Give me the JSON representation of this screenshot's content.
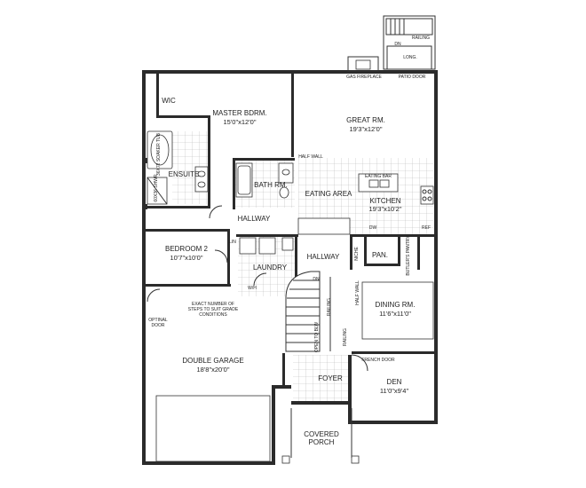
{
  "rooms": {
    "master": {
      "name": "MASTER BDRM.",
      "dim": "15'0\"x12'0\""
    },
    "great": {
      "name": "GREAT RM.",
      "dim": "19'3\"x12'0\""
    },
    "wic": {
      "name": "WIC"
    },
    "ensuite": {
      "name": "ENSUITE"
    },
    "bath": {
      "name": "BATH RM."
    },
    "eating": {
      "name": "EATING AREA"
    },
    "kitchen": {
      "name": "KITCHEN",
      "dim": "19'3\"x10'2\""
    },
    "hallway_upper": {
      "name": "HALLWAY"
    },
    "hallway_mid": {
      "name": "HALLWAY"
    },
    "bedroom2": {
      "name": "BEDROOM 2",
      "dim": "10'7\"x10'0\""
    },
    "laundry": {
      "name": "LAUNDRY"
    },
    "pantry": {
      "name": "PAN."
    },
    "dining": {
      "name": "DINING RM.",
      "dim": "11'6\"x11'0\""
    },
    "garage": {
      "name": "DOUBLE GARAGE",
      "dim": "18'8\"x20'0\""
    },
    "foyer": {
      "name": "FOYER"
    },
    "den": {
      "name": "DEN",
      "dim": "11'0\"x9'4\""
    },
    "porch": {
      "name": "COVERED",
      "name2": "PORCH"
    }
  },
  "labels": {
    "railing_top": "RAILING",
    "dn_top": "DN",
    "long": "LONG.",
    "gas_fireplace": "GAS FIREPLACE",
    "patio_door": "PATIO DOOR",
    "tub": "36X72 SOAKER TUB",
    "shower": "60X36 SHWR",
    "half_wall_top": "HALF WALL",
    "eating_bar": "EATING BAR",
    "lin": "LIN",
    "niche": "NICHE",
    "butlers_pantry": "BUTLER'S PANTRY",
    "half_wall_side": "HALF WALL",
    "steps_note_1": "EXACT NUMBER OF",
    "steps_note_2": "STEPS TO SUIT GRADE",
    "steps_note_3": "CONDITIONS",
    "optional_door_1": "OPTINAL",
    "optional_door_2": "DOOR",
    "dn_stair": "DN",
    "railing_stair": "RAILING",
    "open_to_blw": "OPEN TO BLW",
    "railing_foyer": "RAILING",
    "french_door": "FRENCH DOOR",
    "dw": "DW",
    "ref": "REF",
    "wh": "W/H"
  },
  "colors": {
    "wall": "#2b2b2b",
    "tile_grid": "#b8b8b8",
    "background": "#ffffff"
  }
}
